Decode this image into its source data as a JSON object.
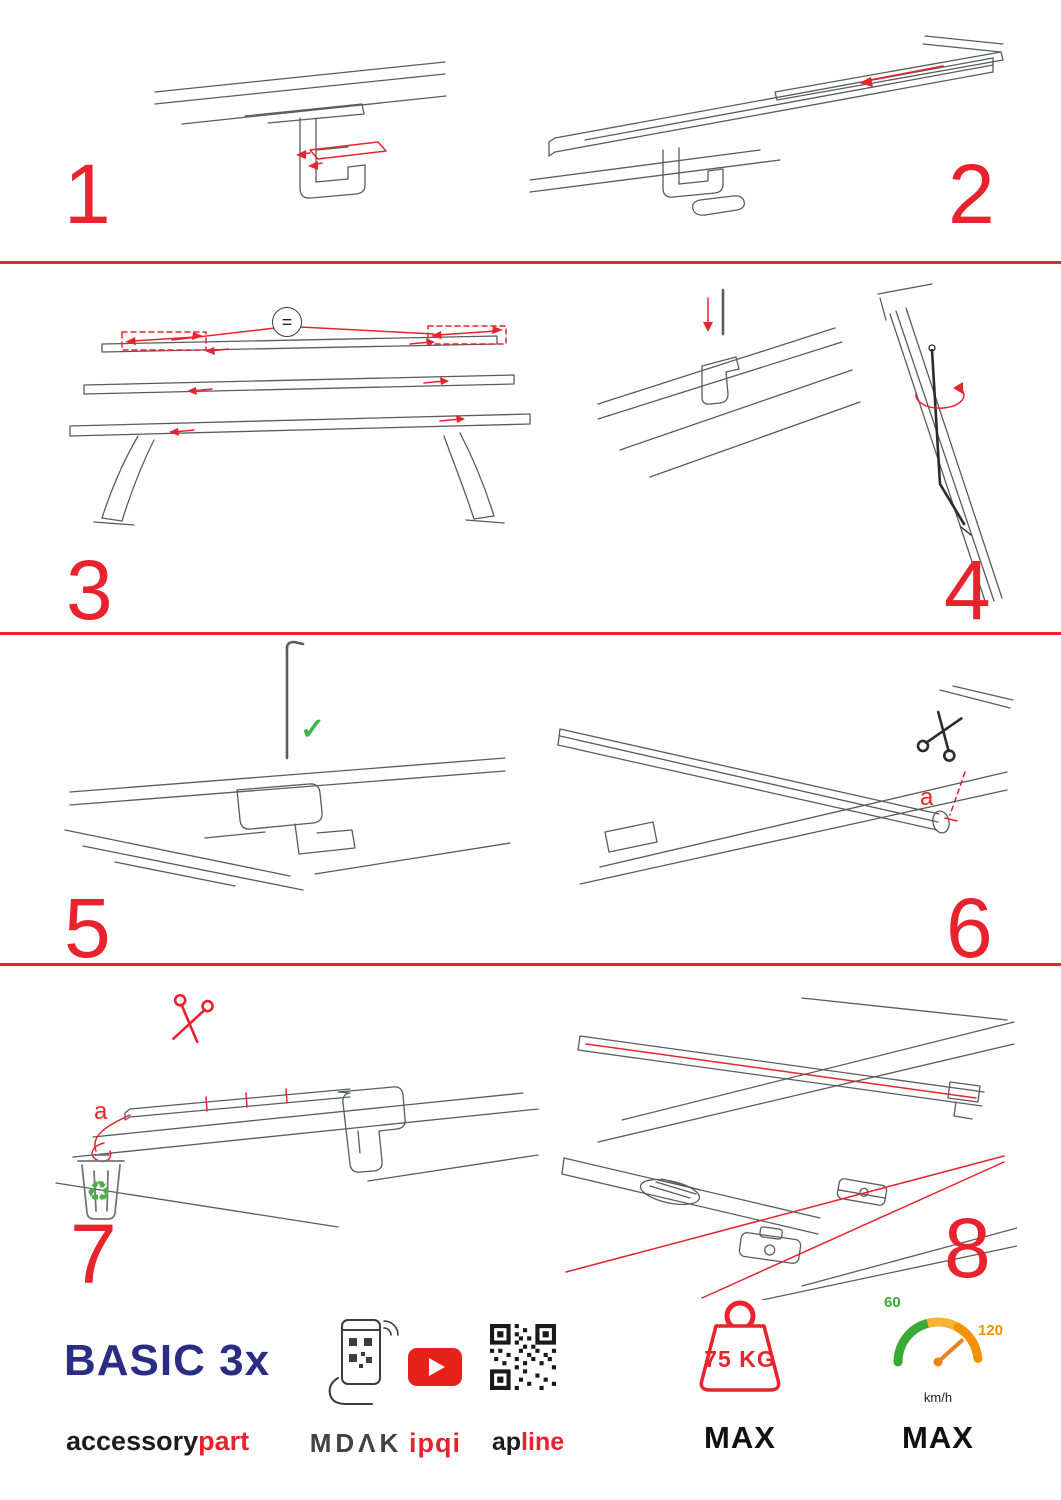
{
  "accent": "#e8232e",
  "steps": [
    {
      "number": "1"
    },
    {
      "number": "2"
    },
    {
      "number": "3"
    },
    {
      "number": "4"
    },
    {
      "number": "5"
    },
    {
      "number": "6"
    },
    {
      "number": "7"
    },
    {
      "number": "8"
    }
  ],
  "labels": {
    "equals": "=",
    "a6": "a",
    "a7": "a"
  },
  "icons": {
    "checkmark": "✓",
    "recycle": "♻"
  },
  "footer": {
    "brand": "BASIC 3x",
    "brand_line2_black": "accessory",
    "brand_line2_red": "part",
    "mdak": "MDΛK",
    "ipqi": "ipqi",
    "apline_black": "ap",
    "apline_red": "line",
    "weight_value": "75 KG",
    "weight_max": "MAX",
    "speed_low": "60",
    "speed_high": "120",
    "speed_unit": "km/h",
    "speed_max": "MAX"
  }
}
